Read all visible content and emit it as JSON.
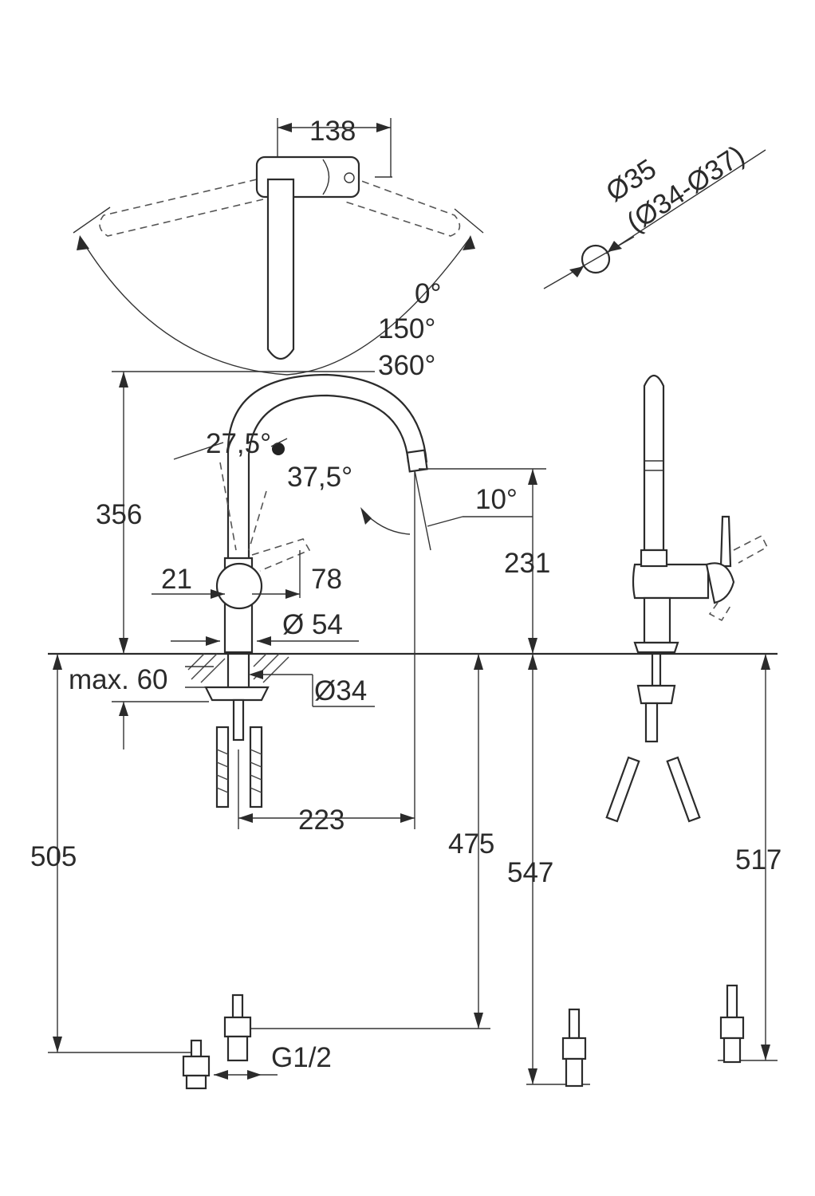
{
  "dimensions": {
    "d138": "138",
    "d35": "Ø35",
    "d34_37": "(Ø34-Ø37)",
    "deg0": "0°",
    "deg150": "150°",
    "deg360": "360°",
    "d356": "356",
    "deg27": "27,5°",
    "deg37": "37,5°",
    "deg10": "10°",
    "d231": "231",
    "d21": "21",
    "d78": "78",
    "d54": "Ø 54",
    "max60": "max. 60",
    "d34": "Ø34",
    "d223": "223",
    "d505": "505",
    "d475": "475",
    "d547": "547",
    "d517": "517",
    "g12": "G1/2"
  }
}
